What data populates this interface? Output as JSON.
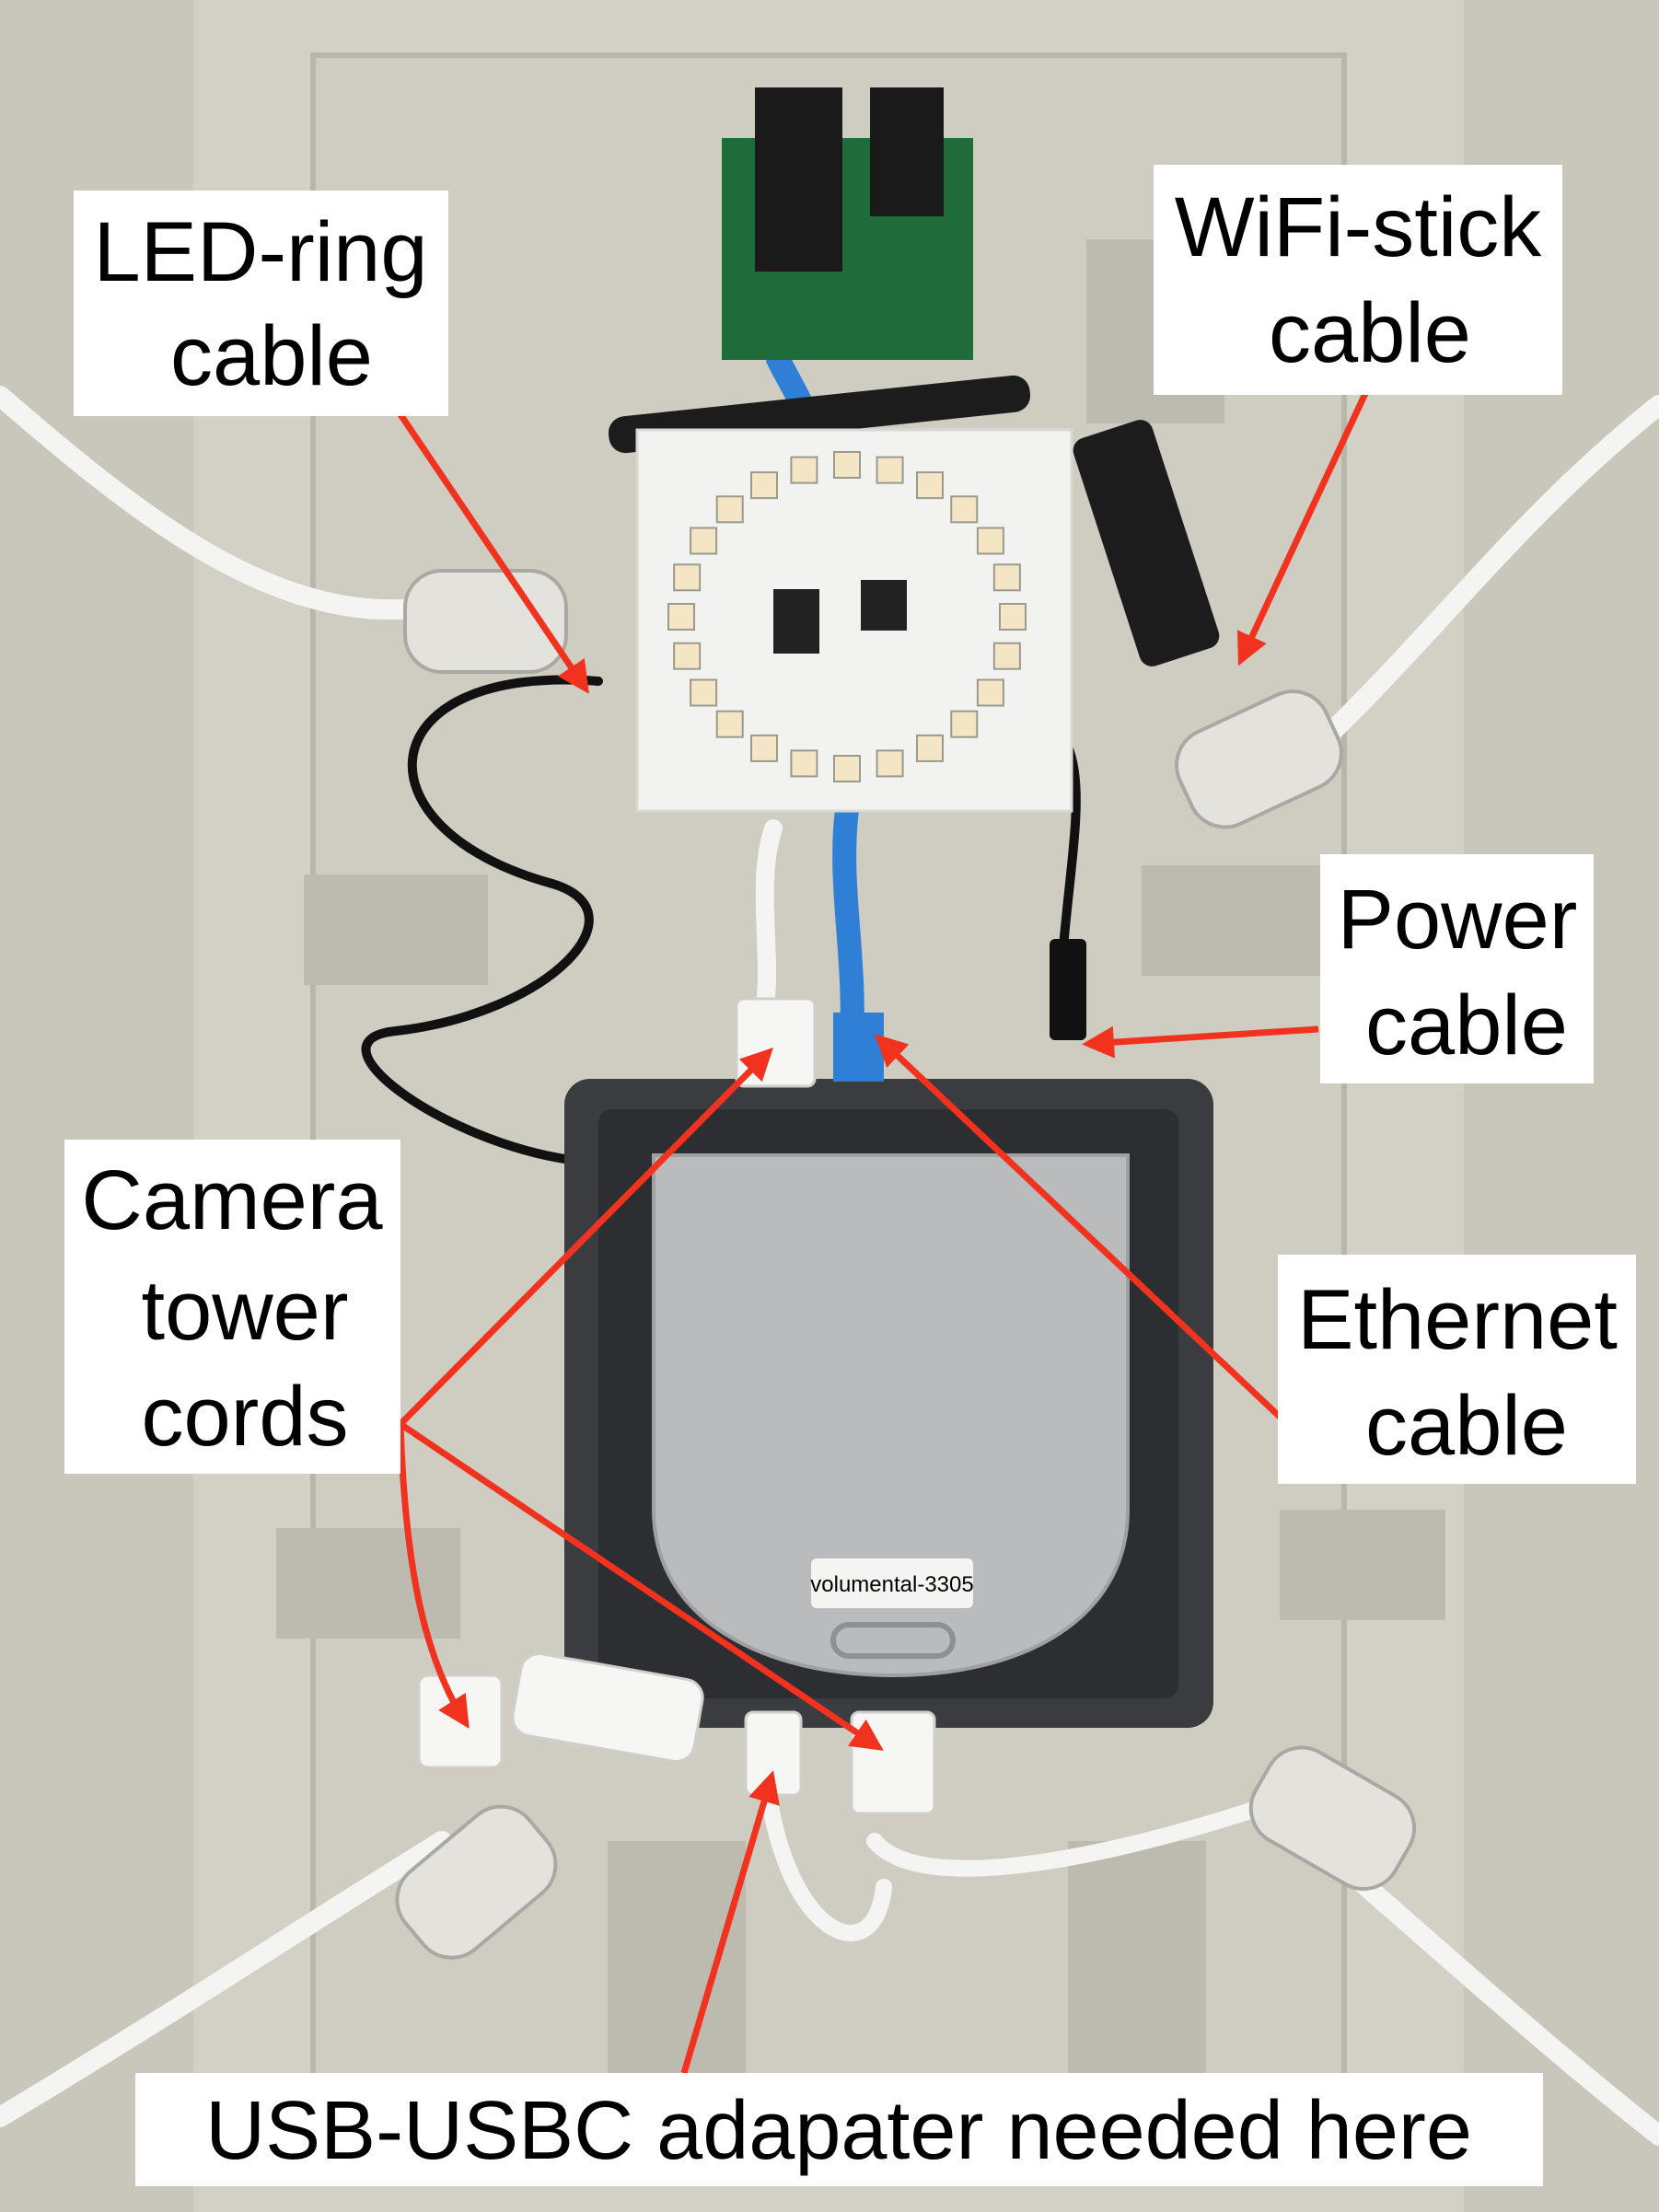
{
  "labels": {
    "led_ring": [
      "LED-ring",
      "cable"
    ],
    "wifi_stick": [
      "WiFi-stick",
      "cable"
    ],
    "power": [
      "Power",
      "cable"
    ],
    "camera": [
      "Camera",
      "tower",
      "cords"
    ],
    "ethernet": [
      "Ethernet",
      "cable"
    ],
    "usb_adapter": "USB-USBC adapater needed here"
  },
  "device_sticker": "volumental-3305",
  "colors": {
    "arrow": "#f0321e",
    "tray": "#c9c6bc",
    "device": "#3a3c40",
    "plate": "#b9bbbd",
    "pcb_white": "#f2f2f0",
    "pcb_green": "#1f6b3a",
    "ethernet": "#2f7fd6"
  }
}
